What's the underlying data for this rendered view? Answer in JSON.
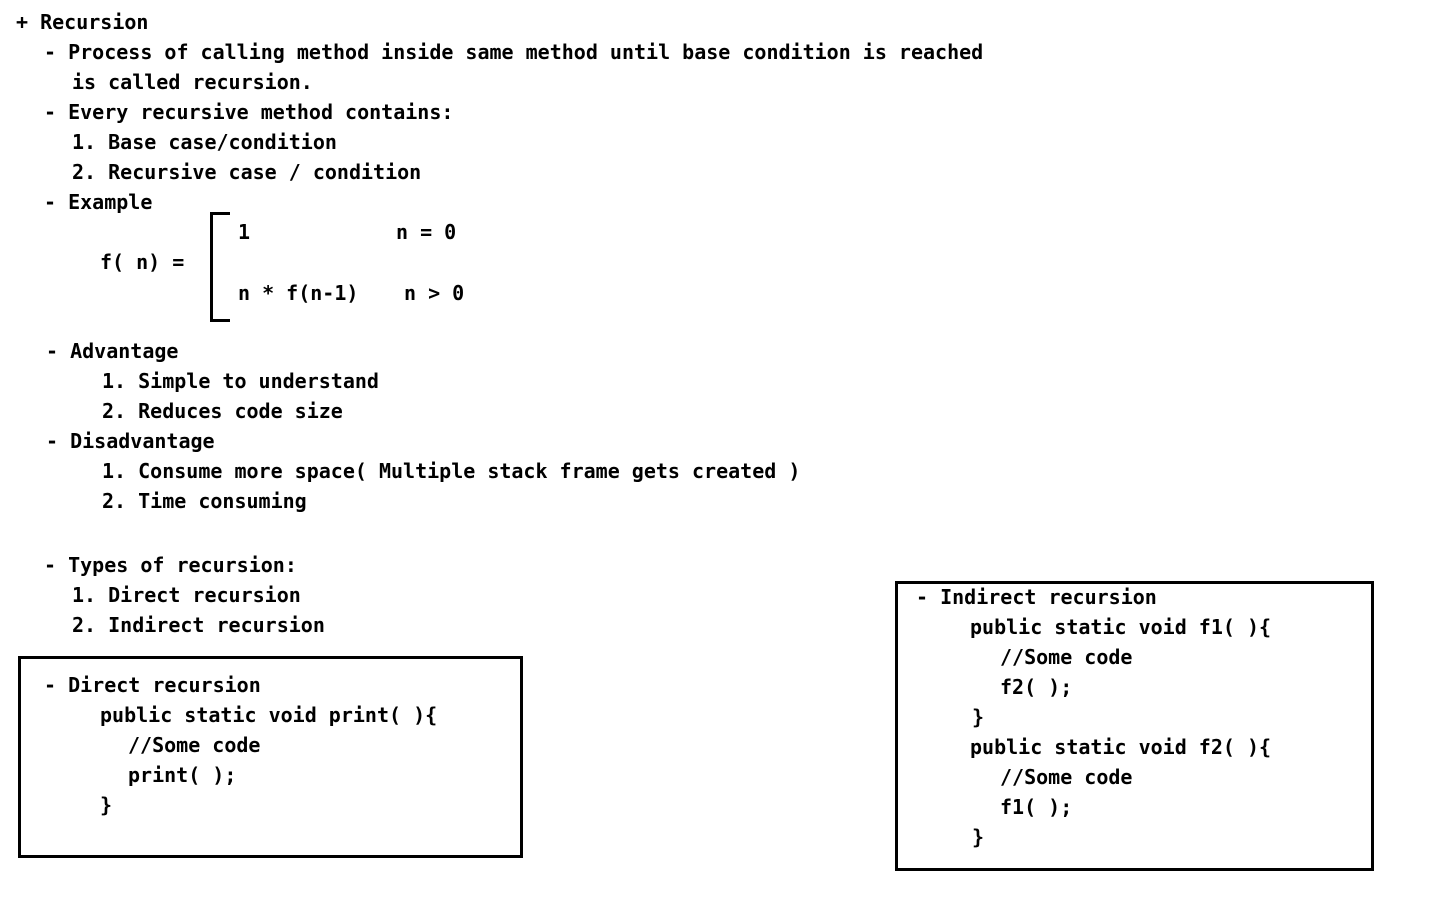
{
  "heading": "+ Recursion",
  "definition": {
    "line1": "- Process of calling method inside same method until base condition is reached",
    "line2": "is called recursion."
  },
  "contains": {
    "title": "- Every recursive method contains:",
    "items": [
      "1. Base case/condition",
      "2. Recursive case / condition"
    ]
  },
  "example": {
    "title": "- Example",
    "lhs": "f( n) =",
    "case1_expr": "1",
    "case1_cond": "n = 0",
    "case2_expr": "n * f(n-1)",
    "case2_cond": "n > 0"
  },
  "advantage": {
    "title": "- Advantage",
    "items": [
      "1. Simple to understand",
      "2. Reduces code size"
    ]
  },
  "disadvantage": {
    "title": "- Disadvantage",
    "items": [
      "1. Consume more space( Multiple stack frame gets created )",
      "2. Time consuming"
    ]
  },
  "types": {
    "title": "- Types of recursion:",
    "items": [
      "1. Direct recursion",
      "2. Indirect recursion"
    ]
  },
  "direct_box": {
    "title": "- Direct recursion",
    "code": [
      "public static void print( ){",
      "//Some code",
      "print( );",
      "}"
    ]
  },
  "indirect_box": {
    "title": "- Indirect recursion",
    "code": [
      "public static void f1( ){",
      "//Some code",
      "f2( );",
      "}",
      "public static void f2( ){",
      "//Some code",
      "f1( );",
      "}"
    ]
  }
}
